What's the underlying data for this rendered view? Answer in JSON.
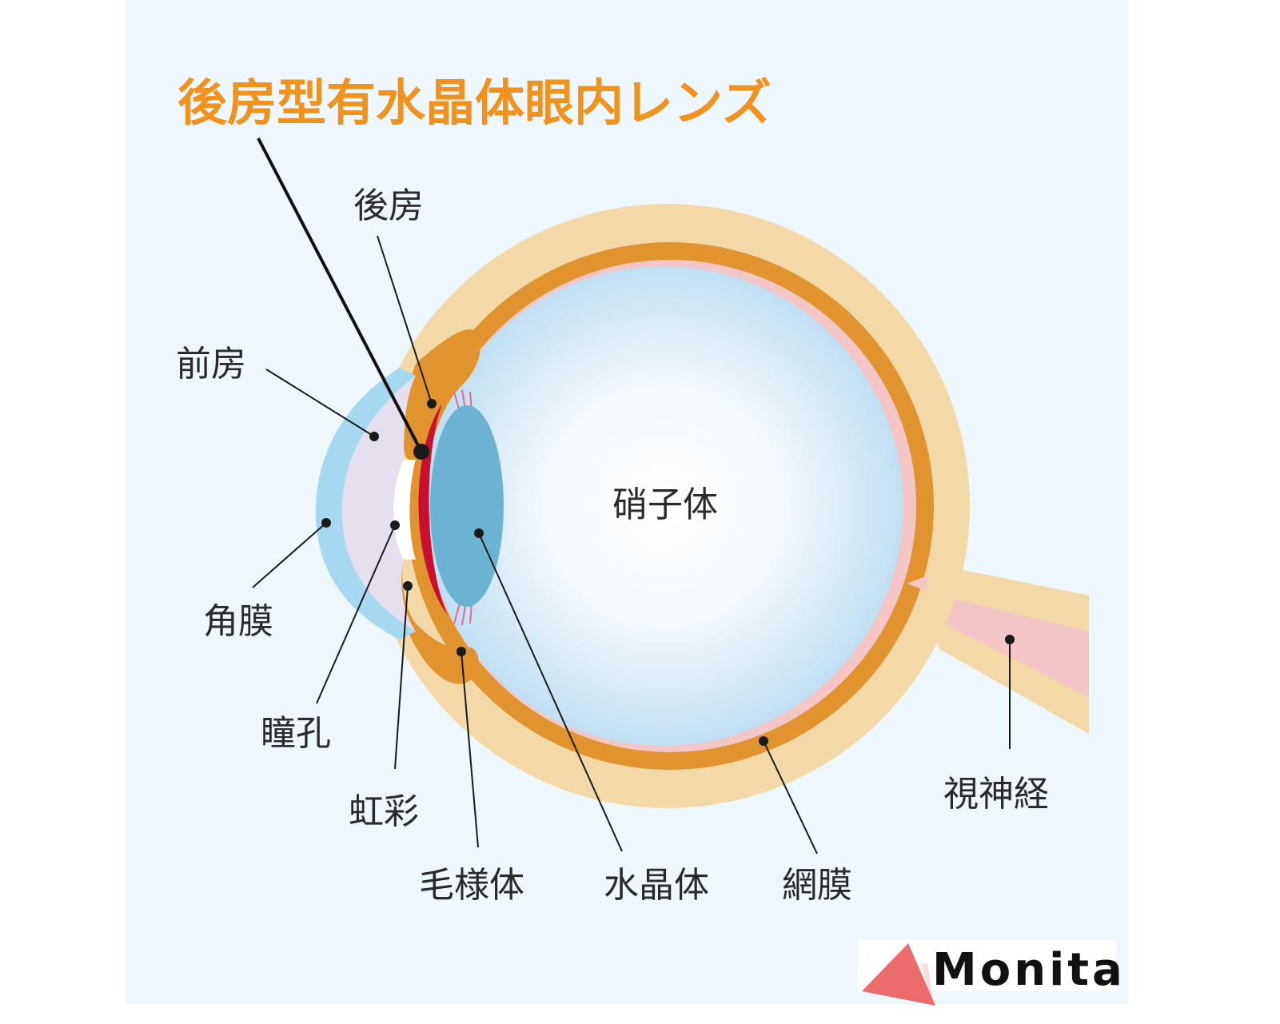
{
  "title": "後房型有水晶体眼内レンズ",
  "labels": {
    "posterior_chamber": "後房",
    "anterior_chamber": "前房",
    "cornea": "角膜",
    "pupil": "瞳孔",
    "iris": "虹彩",
    "ciliary_body": "毛様体",
    "crystalline_lens": "水晶体",
    "retina": "網膜",
    "optic_nerve": "視神経",
    "vitreous": "硝子体"
  },
  "logo": {
    "text": "Monita"
  },
  "colors": {
    "title": "#f0921e",
    "sclera": "#f3d9a8",
    "choroid": "#e0932e",
    "retina": "#f4c6c6",
    "lens": "#6cb2d2",
    "cornea": "#a6d8f0",
    "iol": "#c8102e",
    "logo_mark": "#ec6b6b"
  }
}
